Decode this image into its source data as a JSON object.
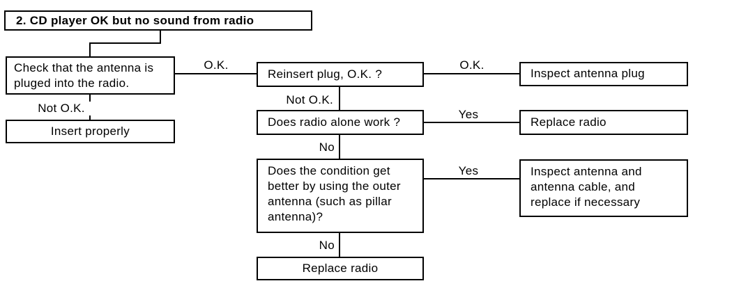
{
  "flowchart": {
    "title": "2. CD player OK but no sound from radio",
    "colors": {
      "background": "#ffffff",
      "border": "#000000",
      "text": "#000000"
    },
    "nodes": {
      "check_antenna": {
        "text": "Check that the antenna is\npluged into the radio."
      },
      "insert_properly": {
        "text": "Insert properly"
      },
      "reinsert_plug": {
        "text": "Reinsert plug, O.K. ?"
      },
      "does_radio_alone_work": {
        "text": "Does radio alone work ?"
      },
      "outer_antenna_condition": {
        "text": "Does the condition get\nbetter by using the outer\nantenna (such as pillar\nantenna)?"
      },
      "replace_radio_final": {
        "text": "Replace radio"
      },
      "inspect_antenna_plug": {
        "text": "Inspect antenna plug"
      },
      "replace_radio": {
        "text": "Replace radio"
      },
      "inspect_antenna_cable": {
        "text": "Inspect antenna and\nantenna cable, and\nreplace if necessary"
      }
    },
    "edges": [
      {
        "from": "title",
        "to": "check_antenna",
        "label": ""
      },
      {
        "from": "check_antenna",
        "to": "reinsert_plug",
        "label": "O.K."
      },
      {
        "from": "check_antenna",
        "to": "insert_properly",
        "label": "Not O.K."
      },
      {
        "from": "reinsert_plug",
        "to": "inspect_antenna_plug",
        "label": "O.K."
      },
      {
        "from": "reinsert_plug",
        "to": "does_radio_alone_work",
        "label": "Not O.K."
      },
      {
        "from": "does_radio_alone_work",
        "to": "replace_radio",
        "label": "Yes"
      },
      {
        "from": "does_radio_alone_work",
        "to": "outer_antenna_condition",
        "label": "No"
      },
      {
        "from": "outer_antenna_condition",
        "to": "inspect_antenna_cable",
        "label": "Yes"
      },
      {
        "from": "outer_antenna_condition",
        "to": "replace_radio_final",
        "label": "No"
      }
    ]
  }
}
